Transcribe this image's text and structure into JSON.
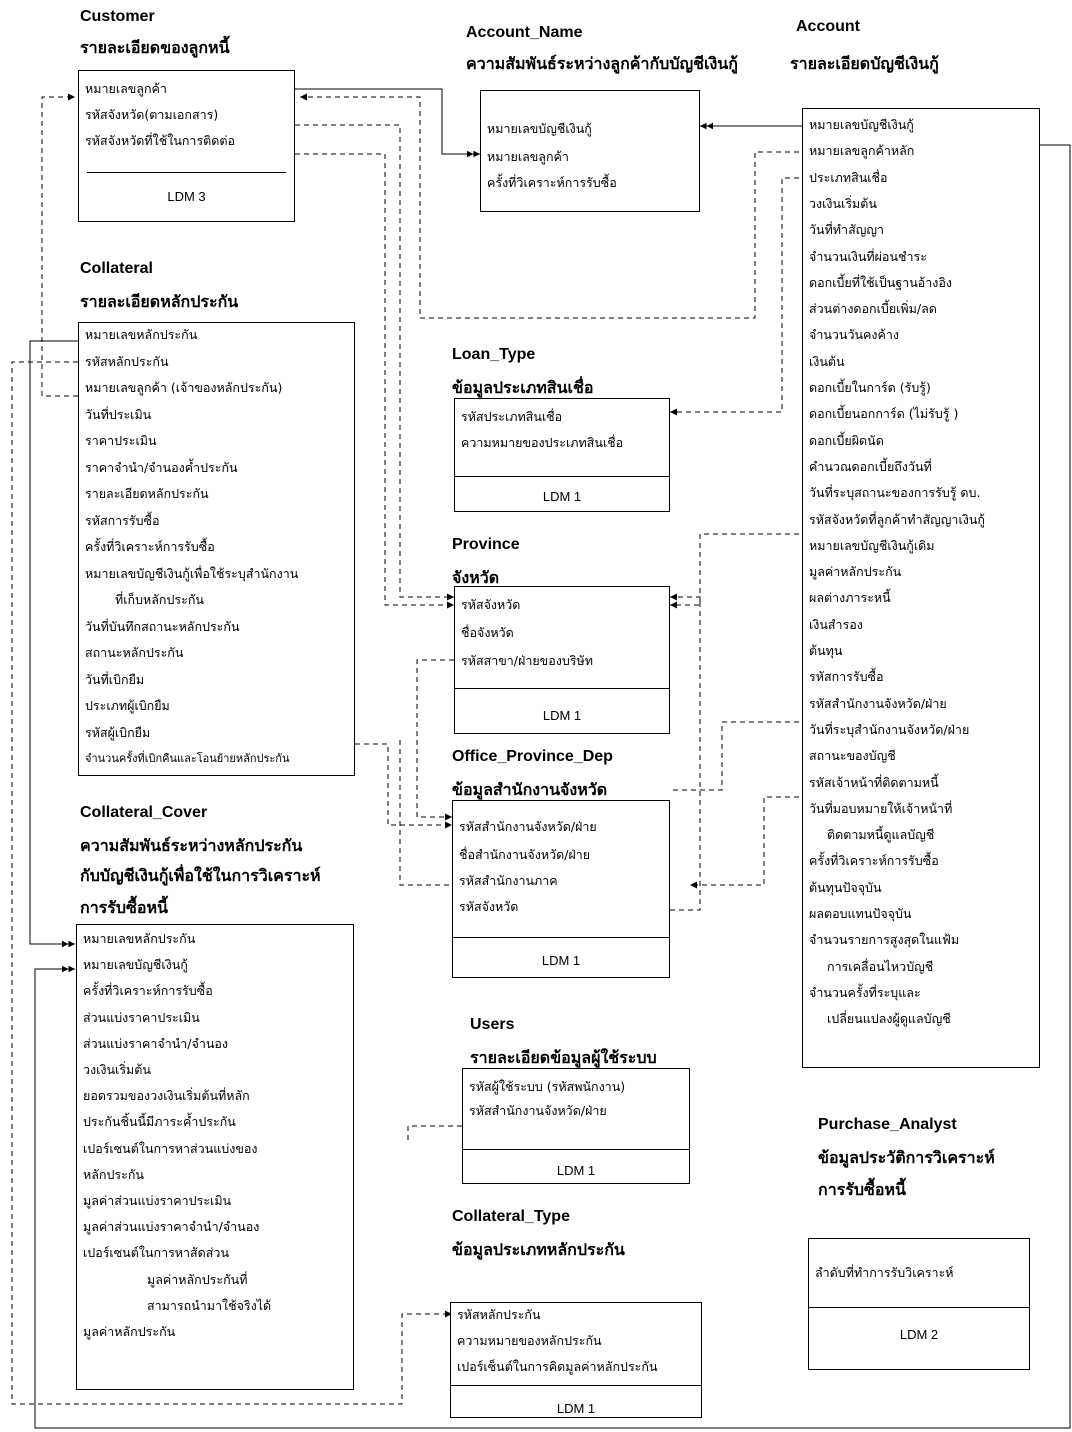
{
  "entities": {
    "customer": {
      "name": "Customer",
      "thai": "รายละเอียดของลูกหนี้",
      "attrs": [
        "หมายเลขลูกค้า",
        "รหัสจังหวัด(ตามเอกสาร)",
        "รหัสจังหวัดที่ใช้ในการติดต่อ"
      ],
      "ldm": "LDM 3"
    },
    "account_name": {
      "name": "Account_Name",
      "thai": "ความสัมพันธ์ระหว่างลูกค้ากับบัญชีเงินกู้",
      "attrs": [
        "หมายเลขบัญชีเงินกู้",
        "หมายเลขลูกค้า",
        "ครั้งที่วิเคราะห์การรับซื้อ"
      ]
    },
    "account": {
      "name": "Account",
      "thai": "รายละเอียดบัญชีเงินกู้",
      "attrs": [
        "หมายเลขบัญชีเงินกู้",
        "หมายเลขลูกค้าหลัก",
        "ประเภทสินเชื่อ",
        "วงเงินเริ่มต้น",
        "วันที่ทำสัญญา",
        "จำนวนเงินที่ผ่อนชำระ",
        "ดอกเบี้ยที่ใช้เป็นฐานอ้างอิง",
        "ส่วนต่างดอกเบี้ยเพิ่ม/ลด",
        "จำนวนวันคงค้าง",
        "เงินต้น",
        "ดอกเบี้ยในการ์ด (รับรู้)",
        "ดอกเบี้ยนอกการ์ด  (ไม่รับรู้ )",
        "ดอกเบี้ยผิดนัด",
        "คำนวณดอกเบี้ยถึงวันที่",
        "วันที่ระบุสถานะของการรับรู้  ดบ.",
        "รหัสจังหวัดที่ลูกค้าทำสัญญาเงินกู้",
        "หมายเลขบัญชีเงินกู้เดิม",
        "มูลค่าหลักประกัน",
        "ผลต่างภาระหนี้",
        "เงินสำรอง",
        "ต้นทุน",
        "รหัสการรับซื้อ",
        "รหัสสำนักงานจังหวัด/ฝ่าย",
        "วันที่ระบุสำนักงานจังหวัด/ฝ่าย",
        "สถานะของบัญชี",
        "รหัสเจ้าหน้าที่ติดตามหนี้",
        "วันที่มอบหมายให้เจ้าหน้าที่",
        "ติดตามหนี้ดูแลบัญชี",
        "ครั้งที่วิเคราะห์การรับซื้อ",
        "ต้นทุนปัจจุบัน",
        "ผลตอบแทนปัจจุบัน",
        "จำนวนรายการสูงสุดในแฟ้ม",
        "การเคลื่อนไหวบัญชี",
        "จำนวนครั้งที่ระบุและ",
        "เปลี่ยนแปลงผู้ดูแลบัญชี"
      ]
    },
    "collateral": {
      "name": "Collateral",
      "thai": "รายละเอียดหลักประกัน",
      "attrs": [
        "หมายเลขหลักประกัน",
        "รหัสหลักประกัน",
        "หมายเลขลูกค้า (เจ้าของหลักประกัน)",
        "วันที่ประเมิน",
        "ราคาประเมิน",
        "ราคาจำนำ/จำนองค้ำประกัน",
        "รายละเอียดหลักประกัน",
        "รหัสการรับซื้อ",
        "ครั้งที่วิเคราะห์การรับซื้อ",
        "หมายเลขบัญชีเงินกู้เพื่อใช้ระบุสำนักงาน",
        "ที่เก็บหลักประกัน",
        "วันที่บันทึกสถานะหลักประกัน",
        "สถานะหลักประกัน",
        "วันที่เบิกยืม",
        "ประเภทผู้เบิกยืม",
        "รหัสผู้เบิกยืม",
        "จำนวนครั้งที่เบิกคืนและโอนย้ายหลักประกัน"
      ]
    },
    "loan_type": {
      "name": "Loan_Type",
      "thai": "ข้อมูลประเภทสินเชื่อ",
      "attrs": [
        "รหัสประเภทสินเชื่อ",
        "ความหมายของประเภทสินเชื่อ"
      ],
      "ldm": "LDM 1"
    },
    "province": {
      "name": "Province",
      "thai": "จังหวัด",
      "attrs": [
        "รหัสจังหวัด",
        "ชื่อจังหวัด",
        "รหัสสาขา/ฝ่ายของบริษัท"
      ],
      "ldm": "LDM 1"
    },
    "office": {
      "name": "Office_Province_Dep",
      "thai": "ข้อมูลสำนักงานจังหวัด",
      "attrs": [
        "รหัสสำนักงานจังหวัด/ฝ่าย",
        "ชื่อสำนักงานจังหวัด/ฝ่าย",
        "รหัสสำนักงานภาค",
        "รหัสจังหวัด"
      ],
      "ldm": "LDM  1"
    },
    "collateral_cover": {
      "name": "Collateral_Cover",
      "thai_lines": [
        "ความสัมพันธ์ระหว่างหลักประกัน",
        "กับบัญชีเงินกู้เพื่อใช้ในการวิเคราะห์",
        "การรับซื้อหนี้"
      ],
      "attrs": [
        "หมายเลขหลักประกัน",
        "หมายเลขบัญชีเงินกู้",
        "ครั้งที่วิเคราะห์การรับซื้อ",
        "ส่วนแบ่งราคาประเมิน",
        "ส่วนแบ่งราคาจำนำ/จำนอง",
        "วงเงินเริ่มต้น",
        "ยอดรวมของวงเงินเริ่มต้นที่หลัก",
        "ประกันชิ้นนี้มีภาระค้ำประกัน",
        "เปอร์เซนต์ในการหาส่วนแบ่งของ",
        "หลักประกัน",
        "มูลค่าส่วนแบ่งราคาประเมิน",
        "มูลค่าส่วนแบ่งราคาจำนำ/จำนอง",
        "เปอร์เซนต์ในการหาสัดส่วน",
        "มูลค่าหลักประกันที่",
        "สามารถนำมาใช้จริงได้",
        "มูลค่าหลักประกัน"
      ]
    },
    "users": {
      "name": "Users",
      "thai": "รายละเอียดข้อมูลผู้ใช้ระบบ",
      "attrs": [
        "รหัสผู้ใช้ระบบ (รหัสพนักงาน)",
        "รหัสสำนักงานจังหวัด/ฝ่าย"
      ],
      "ldm": "LDM  1"
    },
    "collateral_type": {
      "name": "Collateral_Type",
      "thai": "ข้อมูลประเภทหลักประกัน",
      "attrs": [
        "รหัสหลักประกัน",
        "ความหมายของหลักประกัน",
        "เปอร์เซ็นต์ในการคิดมูลค่าหลักประกัน"
      ],
      "ldm": "LDM  1"
    },
    "purchase_analyst": {
      "name": "Purchase_Analyst",
      "thai_lines": [
        "ข้อมูลประวัติการวิเคราะห์",
        "การรับซื้อหนี้"
      ],
      "attrs": [
        "ลำดับที่ทำการรับวิเคราะห์"
      ],
      "ldm": "LDM 2"
    }
  },
  "colors": {
    "line": "#000000",
    "background": "#ffffff"
  }
}
